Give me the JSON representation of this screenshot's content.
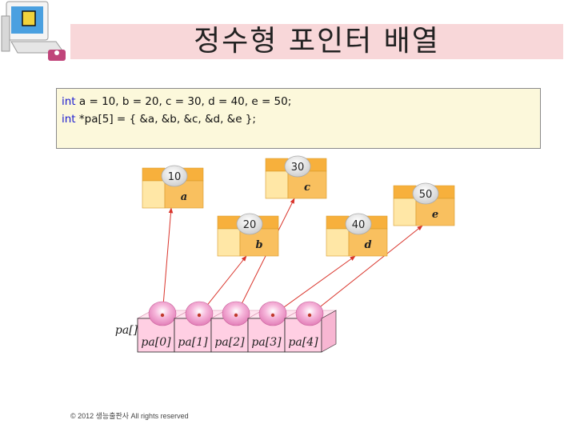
{
  "title": "정수형 포인터 배열",
  "code": {
    "line1_kw": "int",
    "line1_rest": " a = 10, b = 20, c = 30, d = 40, e = 50;",
    "line2_kw": "int",
    "line2_rest": " *pa[5] = { &a, &b, &c, &d, &e };"
  },
  "variables": [
    {
      "name": "a",
      "value": "10"
    },
    {
      "name": "c",
      "value": "30"
    },
    {
      "name": "e",
      "value": "50"
    },
    {
      "name": "b",
      "value": "20"
    },
    {
      "name": "d",
      "value": "40"
    }
  ],
  "array_label": "pa[]",
  "array_cells": [
    "pa[0]",
    "pa[1]",
    "pa[2]",
    "pa[3]",
    "pa[4]"
  ],
  "footer": "© 2012 생능출판사  All rights reserved",
  "colors": {
    "box_front": "#f9c05f",
    "box_top": "#f7b03c",
    "box_side": "#ffe7a6",
    "ball": "#eeeeee",
    "pink_ball": "#f29ccd",
    "array_front": "#ffcfe3",
    "arrow": "#d9342b",
    "title_bg": "#f8d7d9",
    "code_bg": "#fcf8db"
  },
  "logo_icon": "computer-icon"
}
